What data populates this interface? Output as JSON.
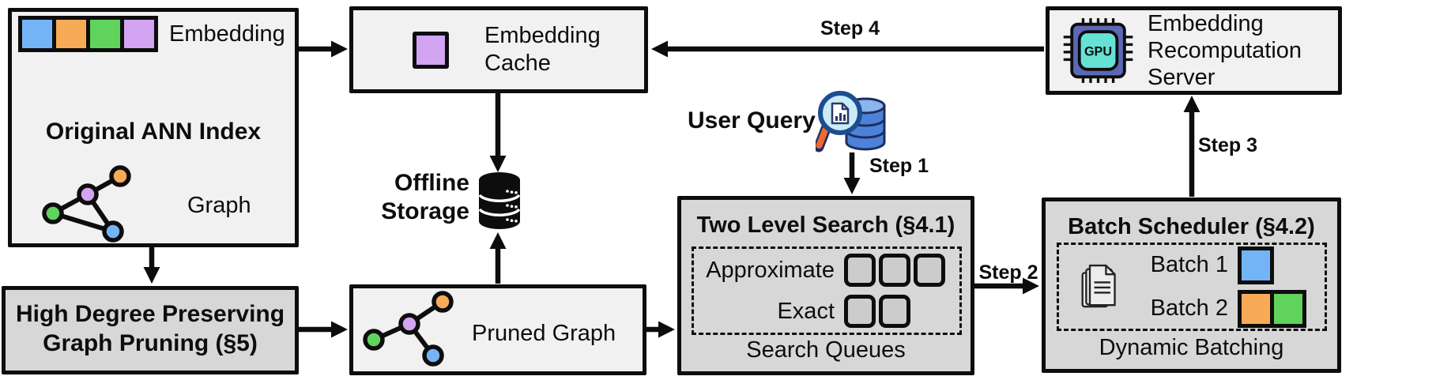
{
  "colors": {
    "ink": "#0d0d0d",
    "box_light": "#f1f1f1",
    "box_dark": "#d7d7d7",
    "slot_fill": "#cccccc",
    "blue": "#72b4f6",
    "orange": "#f7ab57",
    "green": "#5fd35c",
    "purple": "#d2a4f2",
    "gpu_body": "#5a68b5",
    "gpu_core": "#66e2d5",
    "db_blue": "#4d82d8",
    "db_blue_light": "#8ab6ec",
    "db_outline": "#1e2d5e",
    "lens_fill": "#c9ecf8",
    "lens_rim": "#1c4e8f",
    "handle_orange": "#f2672f",
    "page_fill": "#ececec"
  },
  "original_ann_index": {
    "title": "Original ANN Index",
    "embedding_label": "Embedding",
    "graph_label": "Graph"
  },
  "high_degree_pruning": {
    "line1": "High Degree Preserving",
    "line2": "Graph Pruning (§5)"
  },
  "embedding_cache": {
    "line1": "Embedding",
    "line2": "Cache"
  },
  "offline_storage": {
    "line1": "Offline",
    "line2": "Storage"
  },
  "pruned_graph": {
    "label": "Pruned Graph"
  },
  "user_query": {
    "label": "User Query"
  },
  "two_level_search": {
    "title": "Two Level Search (§4.1)",
    "row1_label": "Approximate",
    "row2_label": "Exact",
    "row1_slots": 3,
    "row2_slots": 2,
    "footer": "Search Queues"
  },
  "batch_scheduler": {
    "title": "Batch Scheduler (§4.2)",
    "batch1_label": "Batch 1",
    "batch2_label": "Batch 2",
    "batch1_slots": 1,
    "batch2_slots": 2,
    "footer": "Dynamic Batching"
  },
  "recomputation_server": {
    "line1": "Embedding",
    "line2": "Recomputation",
    "line3": "Server",
    "chip_label": "GPU"
  },
  "steps": {
    "step1": "Step 1",
    "step2": "Step 2",
    "step3": "Step 3",
    "step4": "Step 4"
  }
}
